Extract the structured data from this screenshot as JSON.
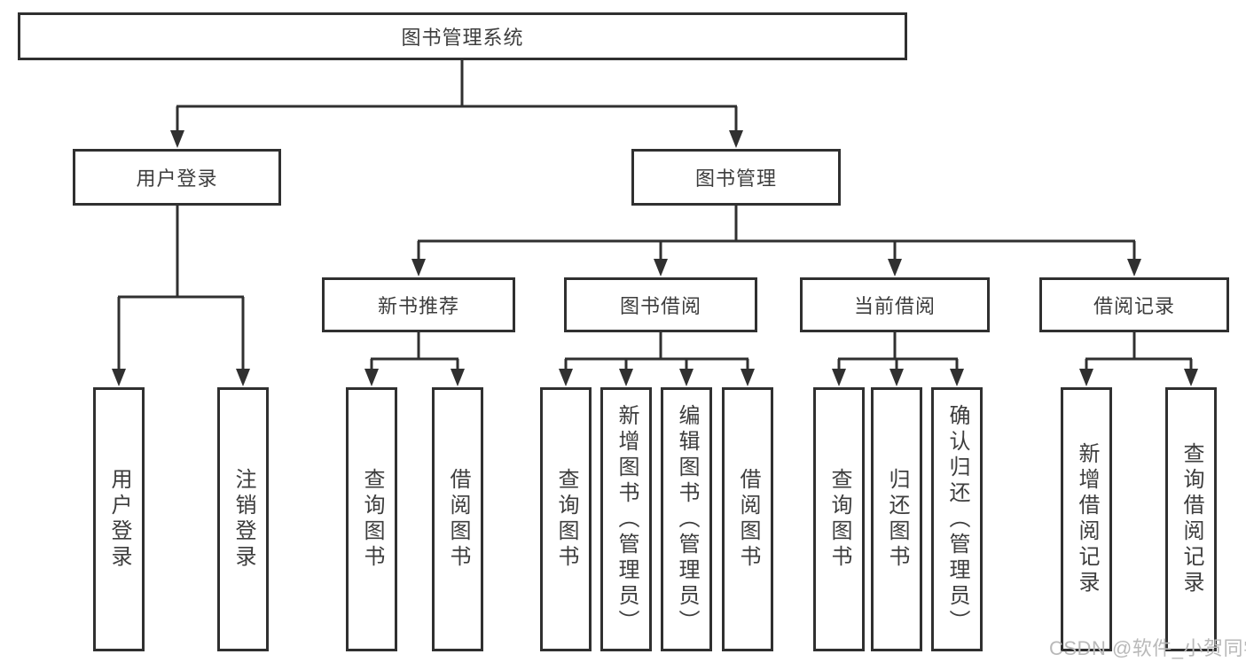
{
  "nodes": {
    "root": "图书管理系统",
    "user_login": {
      "label": "用户登录",
      "leaves": [
        "用户登录",
        "注销登录"
      ]
    },
    "book_mgmt": {
      "label": "图书管理"
    },
    "sections": [
      {
        "label": "新书推荐",
        "leaves": [
          "查询图书",
          "借阅图书"
        ]
      },
      {
        "label": "图书借阅",
        "leaves": [
          "查询图书",
          "新增图书（管理员）",
          "编辑图书（管理员）",
          "借阅图书"
        ]
      },
      {
        "label": "当前借阅",
        "leaves": [
          "查询图书",
          "归还图书",
          "确认归还（管理员）"
        ]
      },
      {
        "label": "借阅记录",
        "leaves": [
          "新增借阅记录",
          "查询借阅记录"
        ]
      }
    ]
  },
  "watermark": "CSDN @软件_小贺同学",
  "colors": {
    "line": "#303030",
    "text": "#3d3d3d",
    "watermark": "#b9b9b9",
    "background": "#ffffff"
  }
}
